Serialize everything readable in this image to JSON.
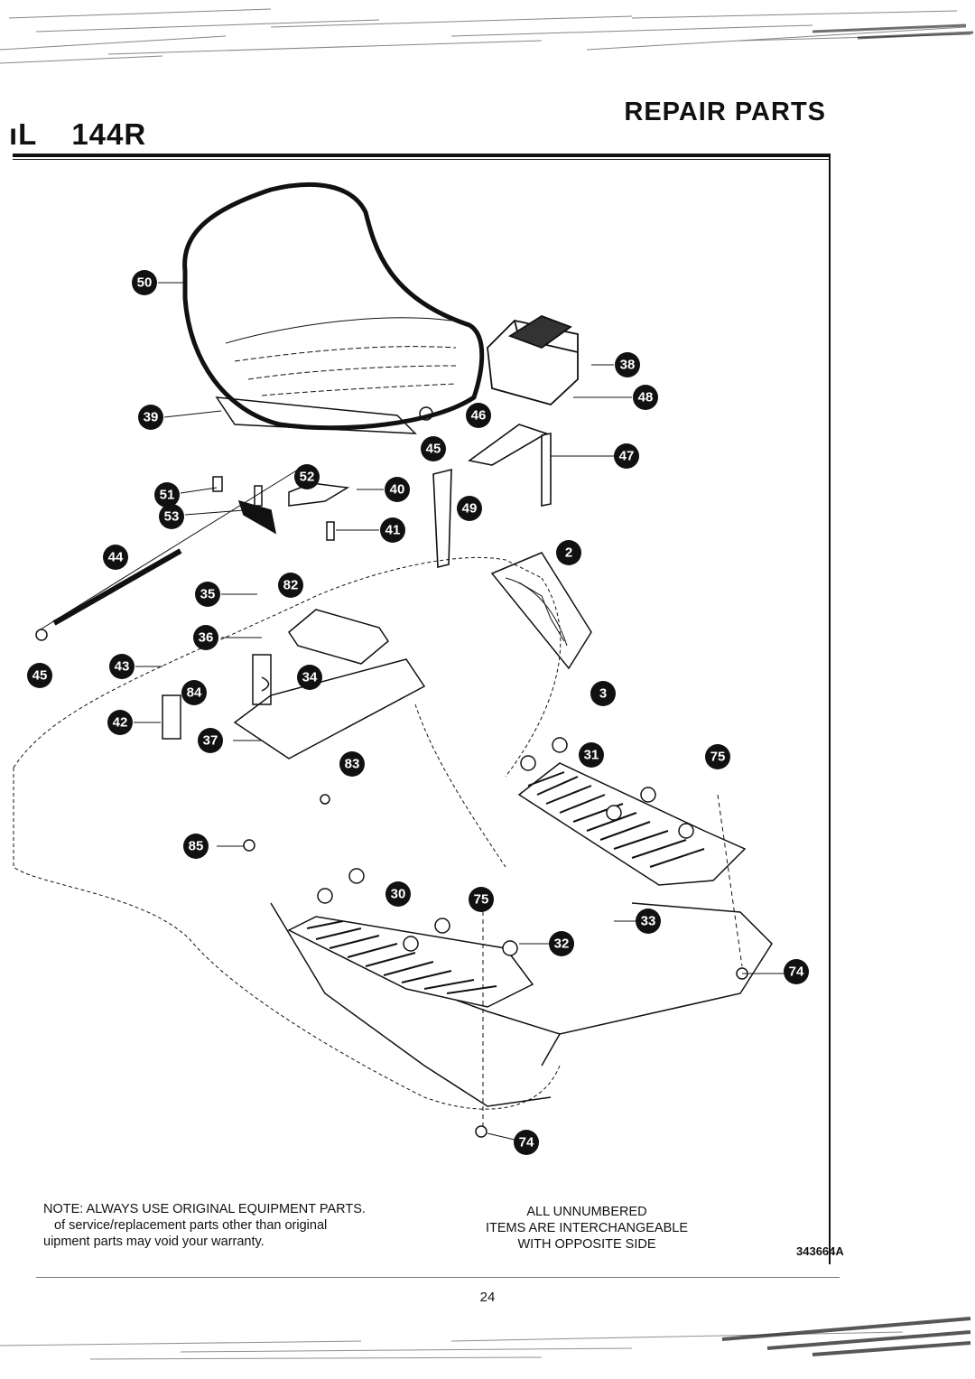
{
  "header": {
    "model_fragment": "ıL",
    "model_number": "144R",
    "section_title": "REPAIR PARTS"
  },
  "callouts": [
    "50",
    "38",
    "48",
    "39",
    "46",
    "45",
    "47",
    "52",
    "40",
    "51",
    "49",
    "53",
    "41",
    "44",
    "2",
    "35",
    "82",
    "36",
    "45",
    "43",
    "34",
    "84",
    "3",
    "42",
    "37",
    "31",
    "75",
    "83",
    "85",
    "30",
    "75",
    "33",
    "32",
    "74",
    "74"
  ],
  "notes": {
    "note_line1": "NOTE: ALWAYS USE ORIGINAL EQUIPMENT PARTS.",
    "note_line2": "of service/replacement parts other than original",
    "note_line3": "uipment parts may void your warranty.",
    "interchange_line1": "ALL UNNUMBERED",
    "interchange_line2": "ITEMS ARE INTERCHANGEABLE",
    "interchange_line3": "WITH OPPOSITE SIDE",
    "diagram_number": "343664A"
  },
  "footer": {
    "page_number": "24"
  }
}
